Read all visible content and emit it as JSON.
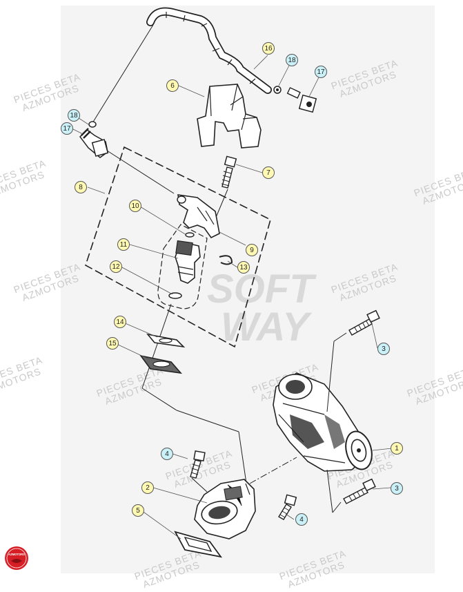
{
  "watermark": {
    "line1": "PIECES BETA",
    "line2": "AZMOTORS"
  },
  "big_watermark": {
    "line1": "SOFT",
    "line2": "WAY"
  },
  "logo": {
    "text": "AZMOTORS",
    "color": "#d81e25"
  },
  "callout_colors": {
    "yellow": "#fff9b3",
    "blue": "#c9f1f7"
  },
  "callouts": [
    {
      "id": "1",
      "label": "1",
      "style": "y"
    },
    {
      "id": "2",
      "label": "2",
      "style": "y"
    },
    {
      "id": "3a",
      "label": "3",
      "style": "b"
    },
    {
      "id": "3b",
      "label": "3",
      "style": "b"
    },
    {
      "id": "4a",
      "label": "4",
      "style": "b"
    },
    {
      "id": "4b",
      "label": "4",
      "style": "b"
    },
    {
      "id": "5",
      "label": "5",
      "style": "y"
    },
    {
      "id": "6",
      "label": "6",
      "style": "y"
    },
    {
      "id": "7",
      "label": "7",
      "style": "y"
    },
    {
      "id": "8",
      "label": "8",
      "style": "y"
    },
    {
      "id": "9",
      "label": "9",
      "style": "y"
    },
    {
      "id": "10",
      "label": "10",
      "style": "y"
    },
    {
      "id": "11",
      "label": "11",
      "style": "y"
    },
    {
      "id": "12",
      "label": "12",
      "style": "y"
    },
    {
      "id": "13",
      "label": "13",
      "style": "y"
    },
    {
      "id": "14",
      "label": "14",
      "style": "y"
    },
    {
      "id": "15",
      "label": "15",
      "style": "y"
    },
    {
      "id": "16",
      "label": "16",
      "style": "y"
    },
    {
      "id": "17a",
      "label": "17",
      "style": "b"
    },
    {
      "id": "17b",
      "label": "17",
      "style": "b"
    },
    {
      "id": "18a",
      "label": "18",
      "style": "b"
    },
    {
      "id": "18b",
      "label": "18",
      "style": "b"
    }
  ]
}
